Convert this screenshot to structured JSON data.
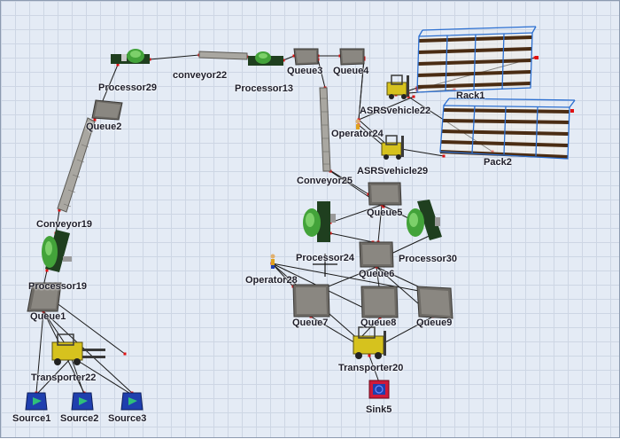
{
  "window": {
    "title": "FlexSim 3D Model View"
  },
  "colors": {
    "background": "#e4ebf5",
    "grid": "#cdd6e4",
    "connector": "#1a1a1a",
    "port": "#e01010",
    "queue": "#6e6b66",
    "processor_body": "#2f6b2f",
    "machine_green": "#43a33a",
    "conveyor": "#8c8a84",
    "rack_frame": "#2b6fd1",
    "rack_shelf": "#4a2c12",
    "forklift": "#d6c21e",
    "source_blue": "#1f3fae",
    "sink": "#d01a3a"
  },
  "objects": [
    {
      "id": "processor29",
      "label": "Processor29",
      "kind": "processor"
    },
    {
      "id": "conveyor22",
      "label": "conveyor22",
      "kind": "conveyor"
    },
    {
      "id": "processor13",
      "label": "Processor13",
      "kind": "processor"
    },
    {
      "id": "queue3",
      "label": "Queue3",
      "kind": "queue"
    },
    {
      "id": "queue4",
      "label": "Queue4",
      "kind": "queue"
    },
    {
      "id": "rack1",
      "label": "Rack1",
      "kind": "rack"
    },
    {
      "id": "asrsvehicle22",
      "label": "ASRSvehicle22",
      "kind": "asrs"
    },
    {
      "id": "operator24",
      "label": "Operator24",
      "kind": "operator"
    },
    {
      "id": "asrsvehicle29",
      "label": "ASRSvehicle29",
      "kind": "asrs"
    },
    {
      "id": "pack2",
      "label": "Pack2",
      "kind": "rack"
    },
    {
      "id": "queue2",
      "label": "Queue2",
      "kind": "queue"
    },
    {
      "id": "conveyor25",
      "label": "Conveyor25",
      "kind": "conveyor"
    },
    {
      "id": "queue5",
      "label": "Queue5",
      "kind": "queue"
    },
    {
      "id": "conveyor19",
      "label": "Conveyor19",
      "kind": "conveyor"
    },
    {
      "id": "processor24",
      "label": "Processor24",
      "kind": "processor"
    },
    {
      "id": "processor30",
      "label": "Processor30",
      "kind": "processor"
    },
    {
      "id": "queue6",
      "label": "Queue6",
      "kind": "queue"
    },
    {
      "id": "operator28",
      "label": "Operator28",
      "kind": "operator"
    },
    {
      "id": "processor19",
      "label": "Processor19",
      "kind": "processor"
    },
    {
      "id": "queue1",
      "label": "Queue1",
      "kind": "queue"
    },
    {
      "id": "queue7",
      "label": "Queue7",
      "kind": "queue"
    },
    {
      "id": "queue8",
      "label": "Queue8",
      "kind": "queue"
    },
    {
      "id": "queue9",
      "label": "Queue9",
      "kind": "queue"
    },
    {
      "id": "transporter20",
      "label": "Transporter20",
      "kind": "transporter"
    },
    {
      "id": "transporter22",
      "label": "Transporter22",
      "kind": "transporter"
    },
    {
      "id": "sink5",
      "label": "Sink5",
      "kind": "sink"
    },
    {
      "id": "source1",
      "label": "Source1",
      "kind": "source"
    },
    {
      "id": "source2",
      "label": "Source2",
      "kind": "source"
    },
    {
      "id": "source3",
      "label": "Source3",
      "kind": "source"
    }
  ]
}
